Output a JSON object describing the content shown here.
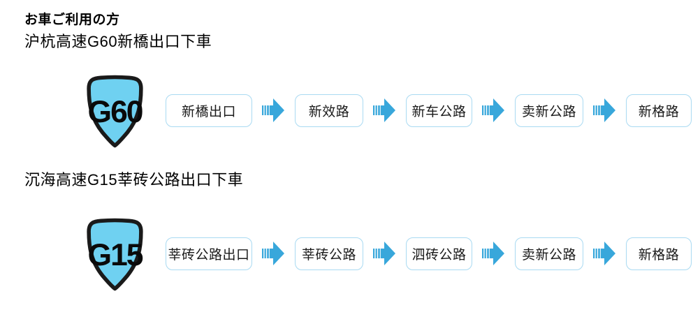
{
  "page_title": "お車ご利用の方",
  "colors": {
    "shield_fill": "#6FD1F1",
    "shield_outline": "#1A1A1A",
    "arrow_blue": "#38A7DB",
    "box_border": "#A9DAF2",
    "box_text": "#1A1A1A",
    "heading_text": "#000000"
  },
  "routes": [
    {
      "heading": "沪杭高速G60新橋出口下車",
      "shield_label": "G60",
      "steps": [
        "新橋出口",
        "新效路",
        "新车公路",
        "卖新公路",
        "新格路"
      ]
    },
    {
      "heading": "沉海高速G15莘砖公路出口下車",
      "shield_label": "G15",
      "steps": [
        "莘砖公路出口",
        "莘砖公路",
        "泗砖公路",
        "卖新公路",
        "新格路"
      ]
    }
  ]
}
